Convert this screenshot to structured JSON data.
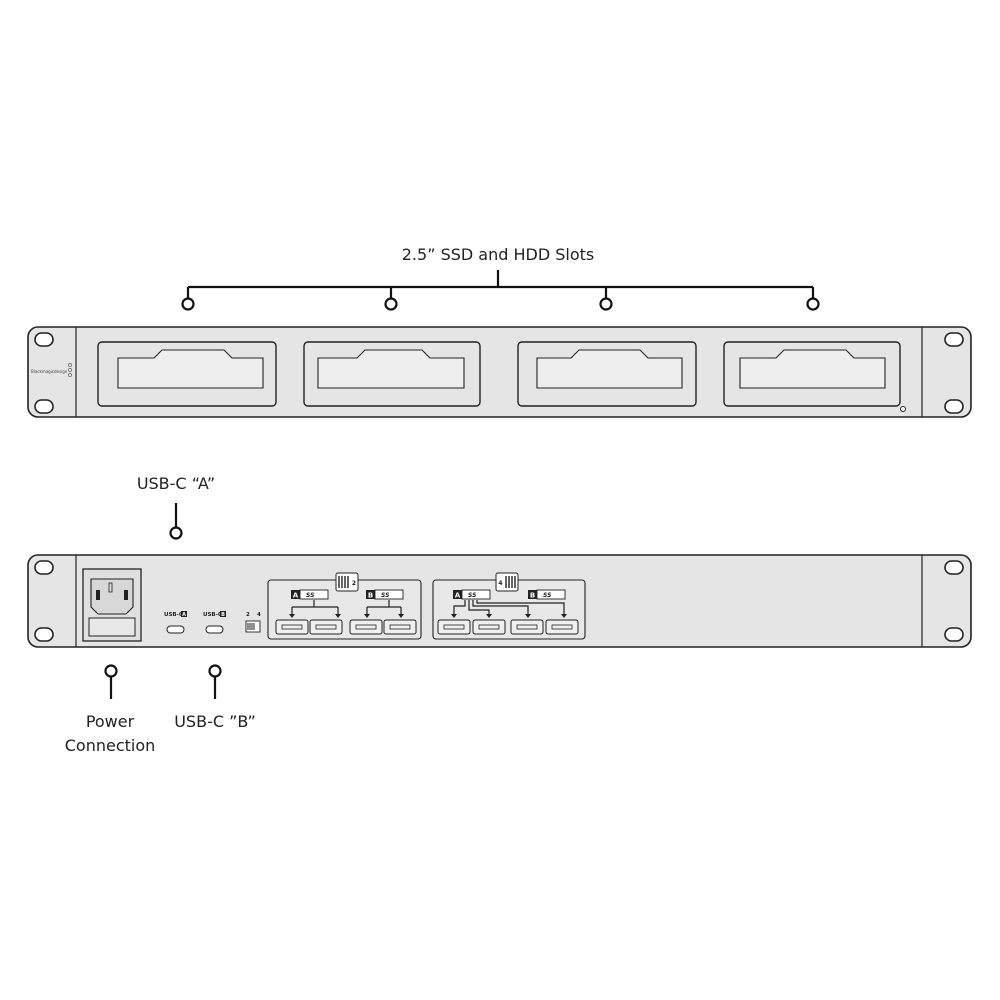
{
  "labels": {
    "slots": "2.5” SSD and HDD Slots",
    "usb_a": "USB-C “A”",
    "power_line1": "Power",
    "power_line2": "Connection",
    "usb_b": "USB-C ”B”"
  },
  "front_panel": {
    "brand_text": "Blackmagicdesign",
    "slot_count": 4,
    "icons": [
      "mounting-hole-icon",
      "drive-slot-icon",
      "status-led-icon"
    ]
  },
  "rear_panel": {
    "port_labels": {
      "usb_a": "USB-C",
      "usb_a_badge": "A",
      "usb_b": "USB-C",
      "usb_b_badge": "B"
    },
    "switch_labels": [
      "2",
      "4"
    ],
    "group_left_number": "2",
    "group_right_number": "4",
    "group_badges": [
      "A",
      "B"
    ],
    "usb_logo_text": "SS",
    "icons": [
      "power-inlet-icon",
      "usb-c-port-icon",
      "usb-a-port-icon",
      "dip-switch-icon",
      "arrow-down-icon"
    ]
  },
  "colors": {
    "chassis": "#e5e5e5",
    "outline": "#222222",
    "background": "#ffffff"
  }
}
